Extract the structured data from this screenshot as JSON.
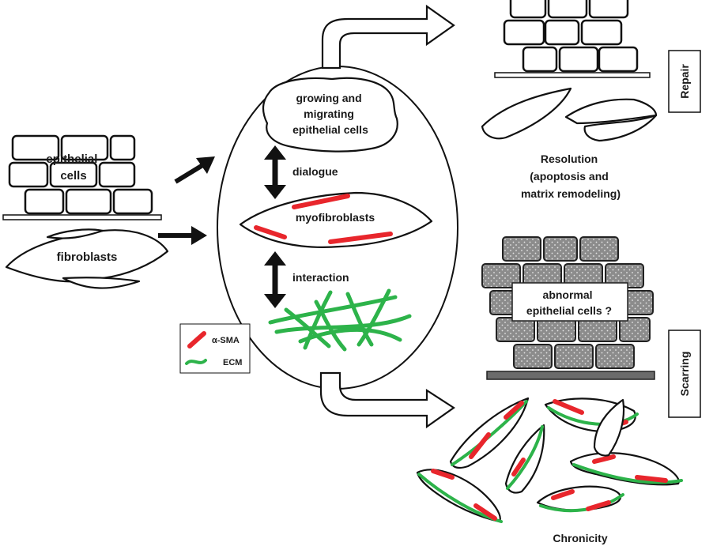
{
  "labels": {
    "epithelial_cells": [
      "epithelial",
      "cells"
    ],
    "fibroblasts": "fibroblasts",
    "growing": [
      "growing and",
      "migrating",
      "epithelial cells"
    ],
    "dialogue": "dialogue",
    "myofibroblasts": "myofibroblasts",
    "interaction": "interaction",
    "resolution": [
      "Resolution",
      "(apoptosis and",
      "matrix remodeling)"
    ],
    "repair": "Repair",
    "abnormal": [
      "abnormal",
      "epithelial cells ?"
    ],
    "scarring": "Scarring",
    "chronicity": "Chronicity"
  },
  "legend": {
    "sma": "α-SMA",
    "ecm": "ECM"
  },
  "colors": {
    "alpha_sma": "#e8262c",
    "ecm": "#2db34a",
    "abnormal_cells": "#8c8c8c"
  }
}
